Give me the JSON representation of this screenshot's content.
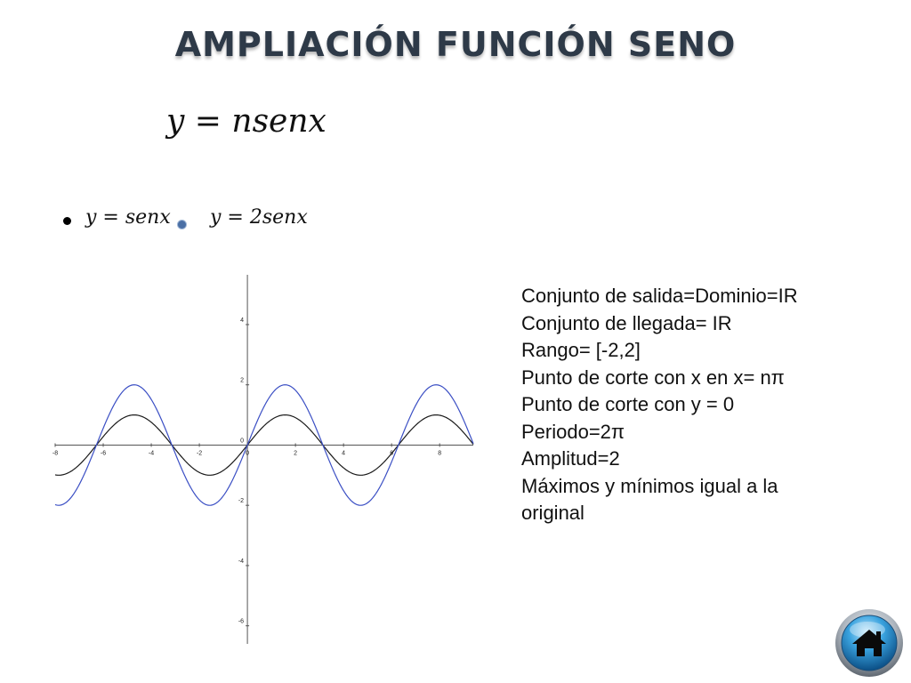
{
  "slide": {
    "title": "AMPLIACIÓN FUNCIÓN SENO",
    "formula": "y = nsenx"
  },
  "legend": [
    {
      "bullet": "black-dot",
      "text": "y = senx",
      "color": "#000000"
    },
    {
      "bullet": "blue-dot",
      "text": "y = 2senx",
      "color": "#4a6fa5"
    }
  ],
  "info": [
    "Conjunto de salida=Dominio=IR",
    "Conjunto de llegada= IR",
    "Rango= [-2,2]",
    "Punto de corte con x en x= nπ",
    "Punto de corte con y = 0",
    "Periodo=2π",
    "Amplitud=2",
    "Máximos y mínimos igual a la",
    "original"
  ],
  "home_icon": "house-icon",
  "chart_data": {
    "type": "line",
    "title": "",
    "xlabel": "",
    "ylabel": "",
    "xlim": [
      -8,
      9.4
    ],
    "ylim": [
      -6.6,
      5.8
    ],
    "x_ticks": [
      "-8",
      "-6",
      "-4",
      "-2",
      "0",
      "2",
      "4",
      "6",
      "8"
    ],
    "y_ticks": [
      "4",
      "2",
      "0",
      "-2",
      "-4",
      "-6"
    ],
    "grid": false,
    "series": [
      {
        "function": "y = sin(x)",
        "amplitude": 1,
        "color": "#1a1a1a"
      },
      {
        "function": "y = 2·sin(x)",
        "amplitude": 2,
        "color": "#3b4fc4"
      }
    ]
  }
}
